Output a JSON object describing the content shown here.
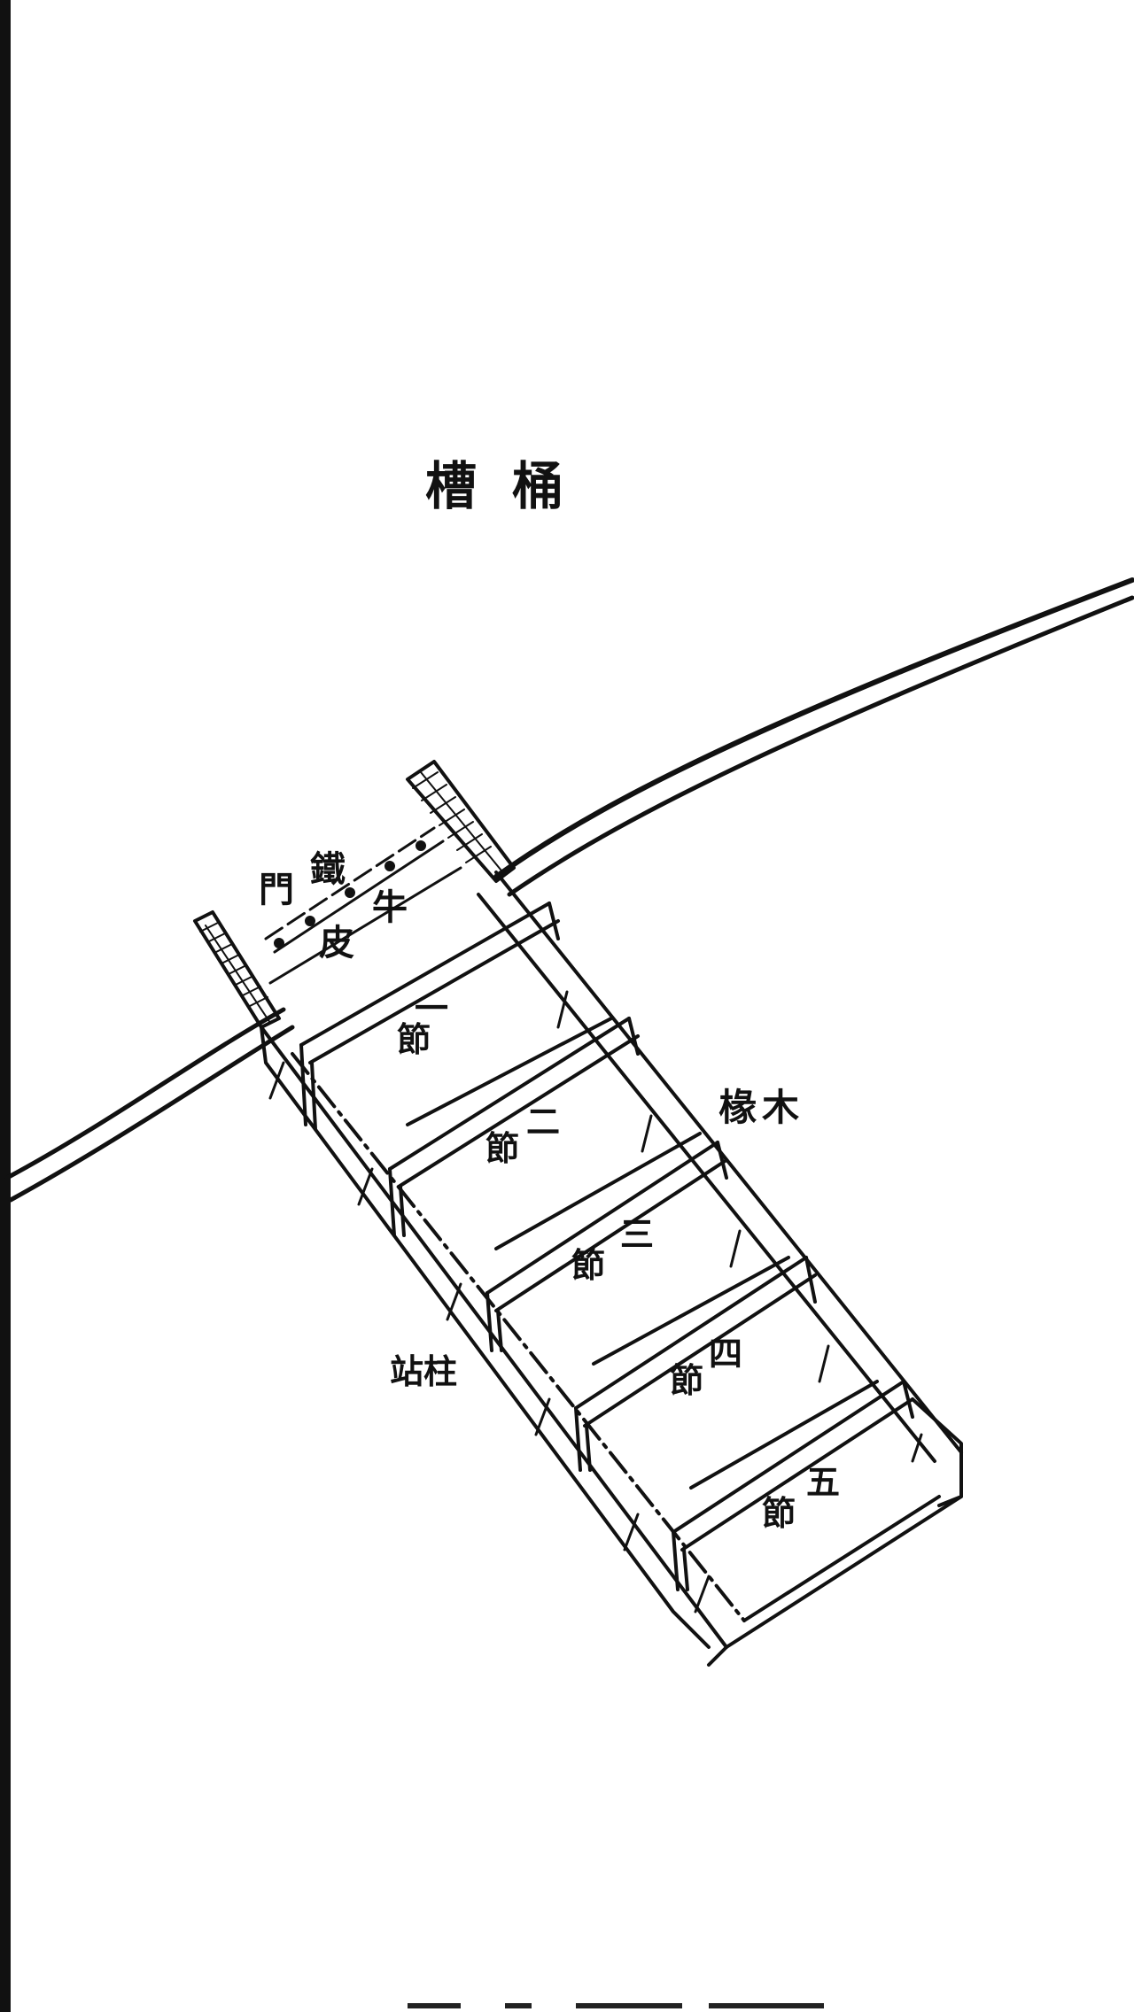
{
  "title": "槽桶",
  "labels": {
    "iron_gate": "鐵",
    "gate": "門",
    "ox": "牛",
    "hide": "皮",
    "wood_plank": "木",
    "wood_plank_2": "椽",
    "support_post": "站柱",
    "sections": [
      {
        "num": "一",
        "unit": "節"
      },
      {
        "num": "二",
        "unit": "節"
      },
      {
        "num": "三",
        "unit": "節"
      },
      {
        "num": "四",
        "unit": "節"
      },
      {
        "num": "五",
        "unit": "節"
      }
    ]
  },
  "colors": {
    "ink": "#111111",
    "paper": "#ffffff"
  }
}
